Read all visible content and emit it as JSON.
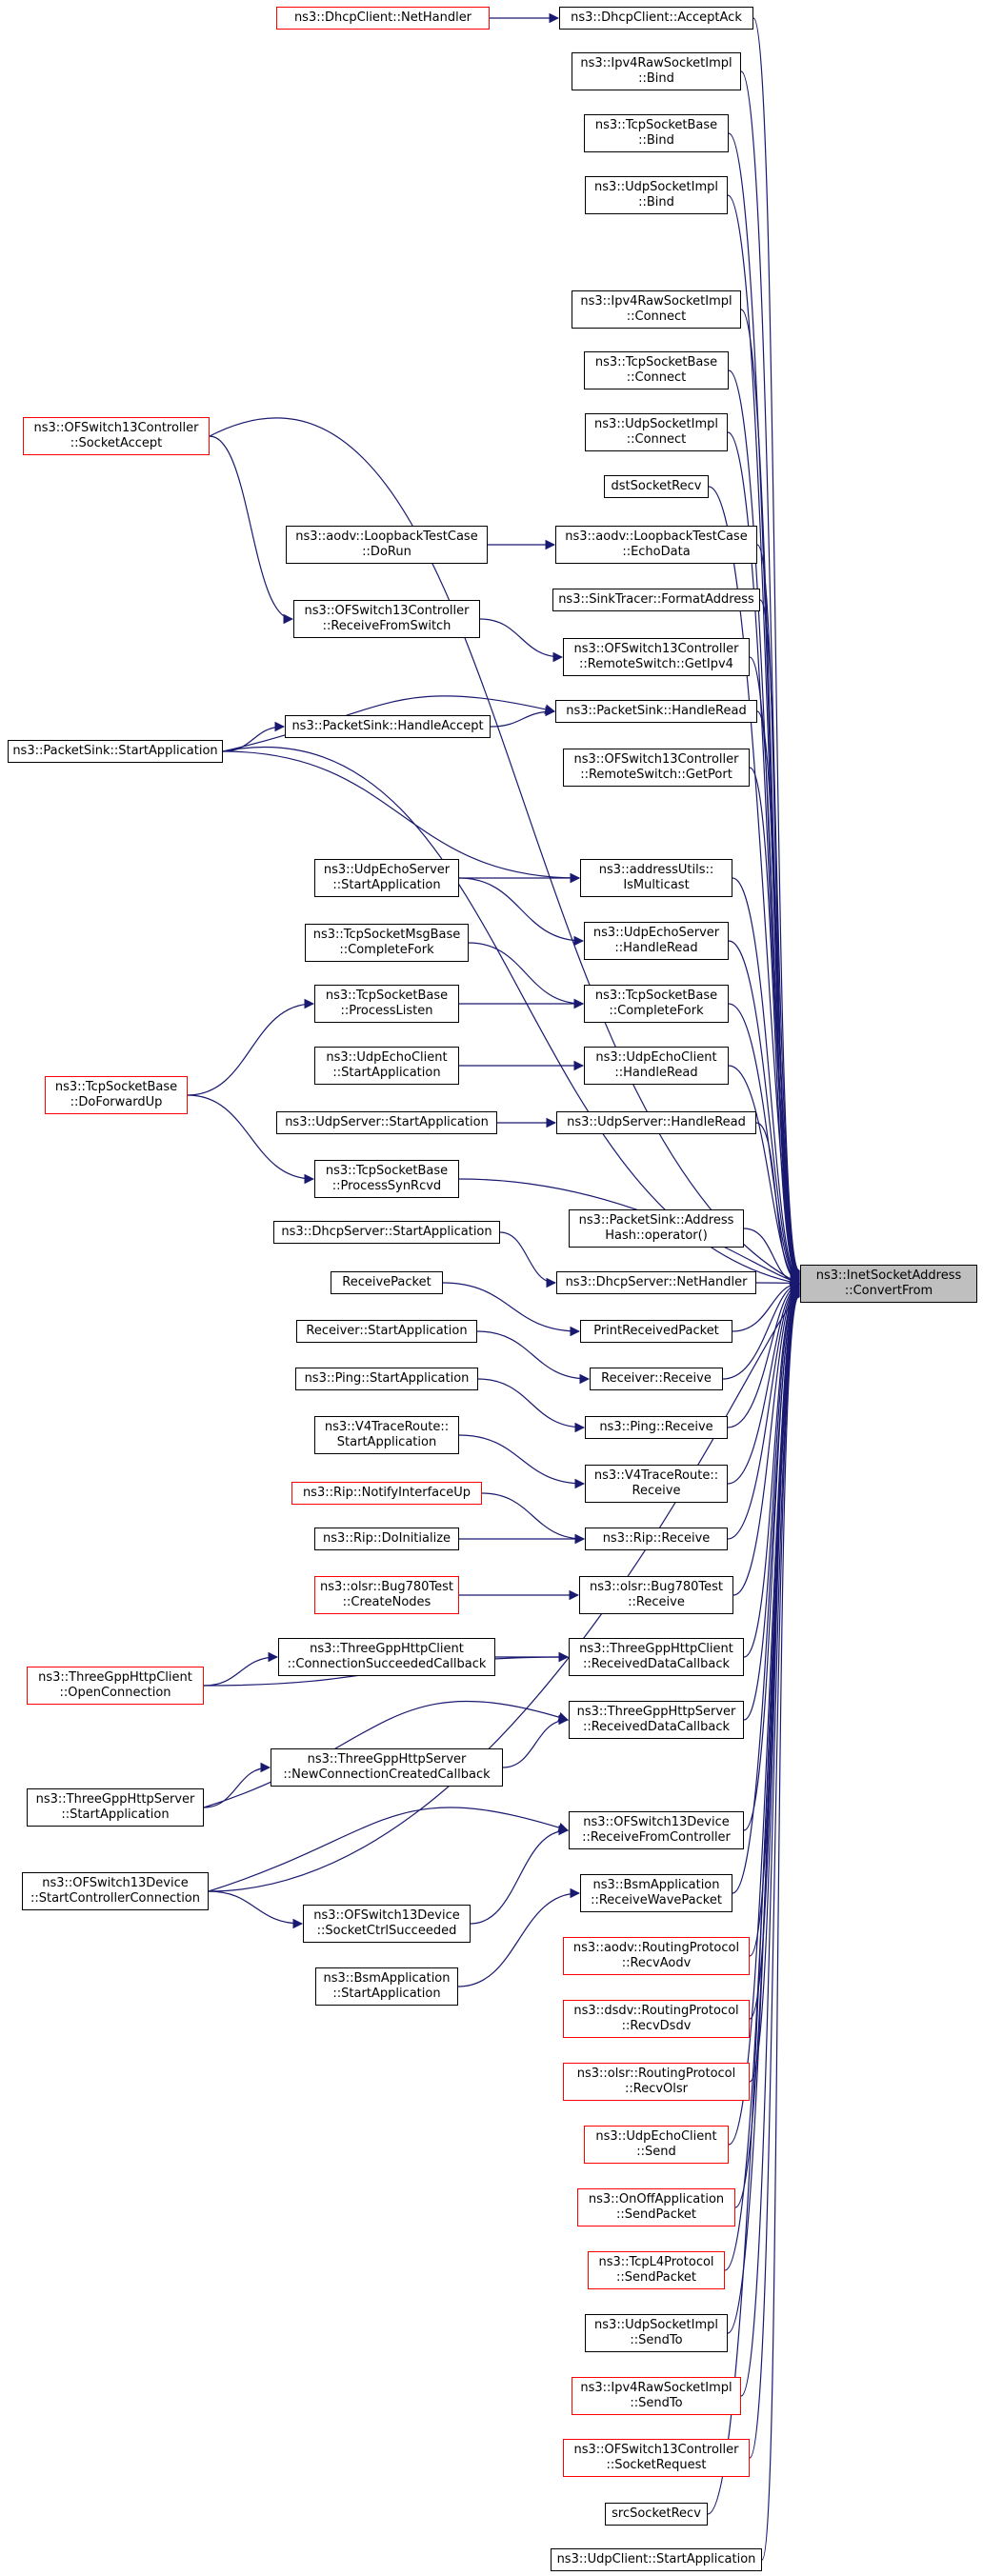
{
  "colors": {
    "edge": "#191970",
    "border": "#000000",
    "red_border": "#ff0000",
    "target_fill": "#bfbfbf"
  },
  "nodes": [
    {
      "id": "target",
      "lines": [
        "ns3::InetSocketAddress",
        "::ConvertFrom"
      ],
      "style": "target"
    },
    {
      "id": "dhcpAccept",
      "lines": [
        "ns3::DhcpClient::AcceptAck"
      ],
      "style": "normal"
    },
    {
      "id": "ipv4Bind",
      "lines": [
        "ns3::Ipv4RawSocketImpl",
        "::Bind"
      ],
      "style": "normal"
    },
    {
      "id": "tcpBind",
      "lines": [
        "ns3::TcpSocketBase",
        "::Bind"
      ],
      "style": "normal"
    },
    {
      "id": "udpBind",
      "lines": [
        "ns3::UdpSocketImpl",
        "::Bind"
      ],
      "style": "normal"
    },
    {
      "id": "ipv4Connect",
      "lines": [
        "ns3::Ipv4RawSocketImpl",
        "::Connect"
      ],
      "style": "normal"
    },
    {
      "id": "tcpConnect",
      "lines": [
        "ns3::TcpSocketBase",
        "::Connect"
      ],
      "style": "normal"
    },
    {
      "id": "udpConnect",
      "lines": [
        "ns3::UdpSocketImpl",
        "::Connect"
      ],
      "style": "normal"
    },
    {
      "id": "dstRecv",
      "lines": [
        "dstSocketRecv"
      ],
      "style": "normal"
    },
    {
      "id": "aodvEcho",
      "lines": [
        "ns3::aodv::LoopbackTestCase",
        "::EchoData"
      ],
      "style": "normal"
    },
    {
      "id": "sinkFmt",
      "lines": [
        "ns3::SinkTracer::FormatAddress"
      ],
      "style": "normal"
    },
    {
      "id": "ofsGetIpv4",
      "lines": [
        "ns3::OFSwitch13Controller",
        "::RemoteSwitch::GetIpv4"
      ],
      "style": "normal"
    },
    {
      "id": "psHandleRead",
      "lines": [
        "ns3::PacketSink::HandleRead"
      ],
      "style": "normal"
    },
    {
      "id": "ofsGetPort",
      "lines": [
        "ns3::OFSwitch13Controller",
        "::RemoteSwitch::GetPort"
      ],
      "style": "normal"
    },
    {
      "id": "isMulticast",
      "lines": [
        "ns3::addressUtils::",
        "IsMulticast"
      ],
      "style": "normal"
    },
    {
      "id": "uesHandleRead",
      "lines": [
        "ns3::UdpEchoServer",
        "::HandleRead"
      ],
      "style": "normal"
    },
    {
      "id": "tcpCompleteFork",
      "lines": [
        "ns3::TcpSocketBase",
        "::CompleteFork"
      ],
      "style": "normal"
    },
    {
      "id": "uecHandleRead",
      "lines": [
        "ns3::UdpEchoClient",
        "::HandleRead"
      ],
      "style": "normal"
    },
    {
      "id": "usHandleRead",
      "lines": [
        "ns3::UdpServer::HandleRead"
      ],
      "style": "normal"
    },
    {
      "id": "psAddrHash",
      "lines": [
        "ns3::PacketSink::Address",
        "Hash::operator()"
      ],
      "style": "normal"
    },
    {
      "id": "dhcpNetHandler",
      "lines": [
        "ns3::DhcpServer::NetHandler"
      ],
      "style": "normal"
    },
    {
      "id": "printRecv",
      "lines": [
        "PrintReceivedPacket"
      ],
      "style": "normal"
    },
    {
      "id": "recvReceive",
      "lines": [
        "Receiver::Receive"
      ],
      "style": "normal"
    },
    {
      "id": "pingReceive",
      "lines": [
        "ns3::Ping::Receive"
      ],
      "style": "normal"
    },
    {
      "id": "v4Receive",
      "lines": [
        "ns3::V4TraceRoute::",
        "Receive"
      ],
      "style": "normal"
    },
    {
      "id": "ripReceive",
      "lines": [
        "ns3::Rip::Receive"
      ],
      "style": "normal"
    },
    {
      "id": "olsrReceive",
      "lines": [
        "ns3::olsr::Bug780Test",
        "::Receive"
      ],
      "style": "normal"
    },
    {
      "id": "tgcRecvData",
      "lines": [
        "ns3::ThreeGppHttpClient",
        "::ReceivedDataCallback"
      ],
      "style": "normal"
    },
    {
      "id": "tgsRecvData",
      "lines": [
        "ns3::ThreeGppHttpServer",
        "::ReceivedDataCallback"
      ],
      "style": "normal"
    },
    {
      "id": "ofdRecvFromCtrl",
      "lines": [
        "ns3::OFSwitch13Device",
        "::ReceiveFromController"
      ],
      "style": "normal"
    },
    {
      "id": "bsmRecvWave",
      "lines": [
        "ns3::BsmApplication",
        "::ReceiveWavePacket"
      ],
      "style": "normal"
    },
    {
      "id": "aodvRecv",
      "lines": [
        "ns3::aodv::RoutingProtocol",
        "::RecvAodv"
      ],
      "style": "red"
    },
    {
      "id": "dsdvRecv",
      "lines": [
        "ns3::dsdv::RoutingProtocol",
        "::RecvDsdv"
      ],
      "style": "red"
    },
    {
      "id": "olsrRecv",
      "lines": [
        "ns3::olsr::RoutingProtocol",
        "::RecvOlsr"
      ],
      "style": "red"
    },
    {
      "id": "uecSend",
      "lines": [
        "ns3::UdpEchoClient",
        "::Send"
      ],
      "style": "red"
    },
    {
      "id": "onoffSend",
      "lines": [
        "ns3::OnOffApplication",
        "::SendPacket"
      ],
      "style": "red"
    },
    {
      "id": "tcpL4Send",
      "lines": [
        "ns3::TcpL4Protocol",
        "::SendPacket"
      ],
      "style": "red"
    },
    {
      "id": "udpSendTo",
      "lines": [
        "ns3::UdpSocketImpl",
        "::SendTo"
      ],
      "style": "normal"
    },
    {
      "id": "ipv4SendTo",
      "lines": [
        "ns3::Ipv4RawSocketImpl",
        "::SendTo"
      ],
      "style": "red"
    },
    {
      "id": "ofsSockReq",
      "lines": [
        "ns3::OFSwitch13Controller",
        "::SocketRequest"
      ],
      "style": "red"
    },
    {
      "id": "srcRecv",
      "lines": [
        "srcSocketRecv"
      ],
      "style": "normal"
    },
    {
      "id": "ucStart",
      "lines": [
        "ns3::UdpClient::StartApplication"
      ],
      "style": "normal"
    },
    {
      "id": "dhcpClientNH",
      "lines": [
        "ns3::DhcpClient::NetHandler"
      ],
      "style": "red"
    },
    {
      "id": "ofsSockAccept",
      "lines": [
        "ns3::OFSwitch13Controller",
        "::SocketAccept"
      ],
      "style": "red"
    },
    {
      "id": "aodvDoRun",
      "lines": [
        "ns3::aodv::LoopbackTestCase",
        "::DoRun"
      ],
      "style": "normal"
    },
    {
      "id": "ofsRecvFromSw",
      "lines": [
        "ns3::OFSwitch13Controller",
        "::ReceiveFromSwitch"
      ],
      "style": "normal"
    },
    {
      "id": "psStart",
      "lines": [
        "ns3::PacketSink::StartApplication"
      ],
      "style": "normal"
    },
    {
      "id": "psHandleAccept",
      "lines": [
        "ns3::PacketSink::HandleAccept"
      ],
      "style": "normal"
    },
    {
      "id": "uesStart",
      "lines": [
        "ns3::UdpEchoServer",
        "::StartApplication"
      ],
      "style": "normal"
    },
    {
      "id": "tcpMsgFork",
      "lines": [
        "ns3::TcpSocketMsgBase",
        "::CompleteFork"
      ],
      "style": "normal"
    },
    {
      "id": "tcpProcListen",
      "lines": [
        "ns3::TcpSocketBase",
        "::ProcessListen"
      ],
      "style": "normal"
    },
    {
      "id": "tcpDoFwdUp",
      "lines": [
        "ns3::TcpSocketBase",
        "::DoForwardUp"
      ],
      "style": "red"
    },
    {
      "id": "uecStart",
      "lines": [
        "ns3::UdpEchoClient",
        "::StartApplication"
      ],
      "style": "normal"
    },
    {
      "id": "usStart",
      "lines": [
        "ns3::UdpServer::StartApplication"
      ],
      "style": "normal"
    },
    {
      "id": "tcpProcSyn",
      "lines": [
        "ns3::TcpSocketBase",
        "::ProcessSynRcvd"
      ],
      "style": "normal"
    },
    {
      "id": "dhcpSrvStart",
      "lines": [
        "ns3::DhcpServer::StartApplication"
      ],
      "style": "normal"
    },
    {
      "id": "recvPacket",
      "lines": [
        "ReceivePacket"
      ],
      "style": "normal"
    },
    {
      "id": "receiverStart",
      "lines": [
        "Receiver::StartApplication"
      ],
      "style": "normal"
    },
    {
      "id": "pingStart",
      "lines": [
        "ns3::Ping::StartApplication"
      ],
      "style": "normal"
    },
    {
      "id": "v4Start",
      "lines": [
        "ns3::V4TraceRoute::",
        "StartApplication"
      ],
      "style": "normal"
    },
    {
      "id": "ripNotify",
      "lines": [
        "ns3::Rip::NotifyInterfaceUp"
      ],
      "style": "red"
    },
    {
      "id": "ripDoInit",
      "lines": [
        "ns3::Rip::DoInitialize"
      ],
      "style": "normal"
    },
    {
      "id": "olsrCreate",
      "lines": [
        "ns3::olsr::Bug780Test",
        "::CreateNodes"
      ],
      "style": "red"
    },
    {
      "id": "tgcConnSucc",
      "lines": [
        "ns3::ThreeGppHttpClient",
        "::ConnectionSucceededCallback"
      ],
      "style": "normal"
    },
    {
      "id": "tgcOpenConn",
      "lines": [
        "ns3::ThreeGppHttpClient",
        "::OpenConnection"
      ],
      "style": "red"
    },
    {
      "id": "tgsNewConn",
      "lines": [
        "ns3::ThreeGppHttpServer",
        "::NewConnectionCreatedCallback"
      ],
      "style": "normal"
    },
    {
      "id": "tgsStart",
      "lines": [
        "ns3::ThreeGppHttpServer",
        "::StartApplication"
      ],
      "style": "normal"
    },
    {
      "id": "ofdStartCtrl",
      "lines": [
        "ns3::OFSwitch13Device",
        "::StartControllerConnection"
      ],
      "style": "normal"
    },
    {
      "id": "ofdSockCtrl",
      "lines": [
        "ns3::OFSwitch13Device",
        "::SocketCtrlSucceeded"
      ],
      "style": "normal"
    },
    {
      "id": "bsmStart",
      "lines": [
        "ns3::BsmApplication",
        "::StartApplication"
      ],
      "style": "normal"
    }
  ]
}
